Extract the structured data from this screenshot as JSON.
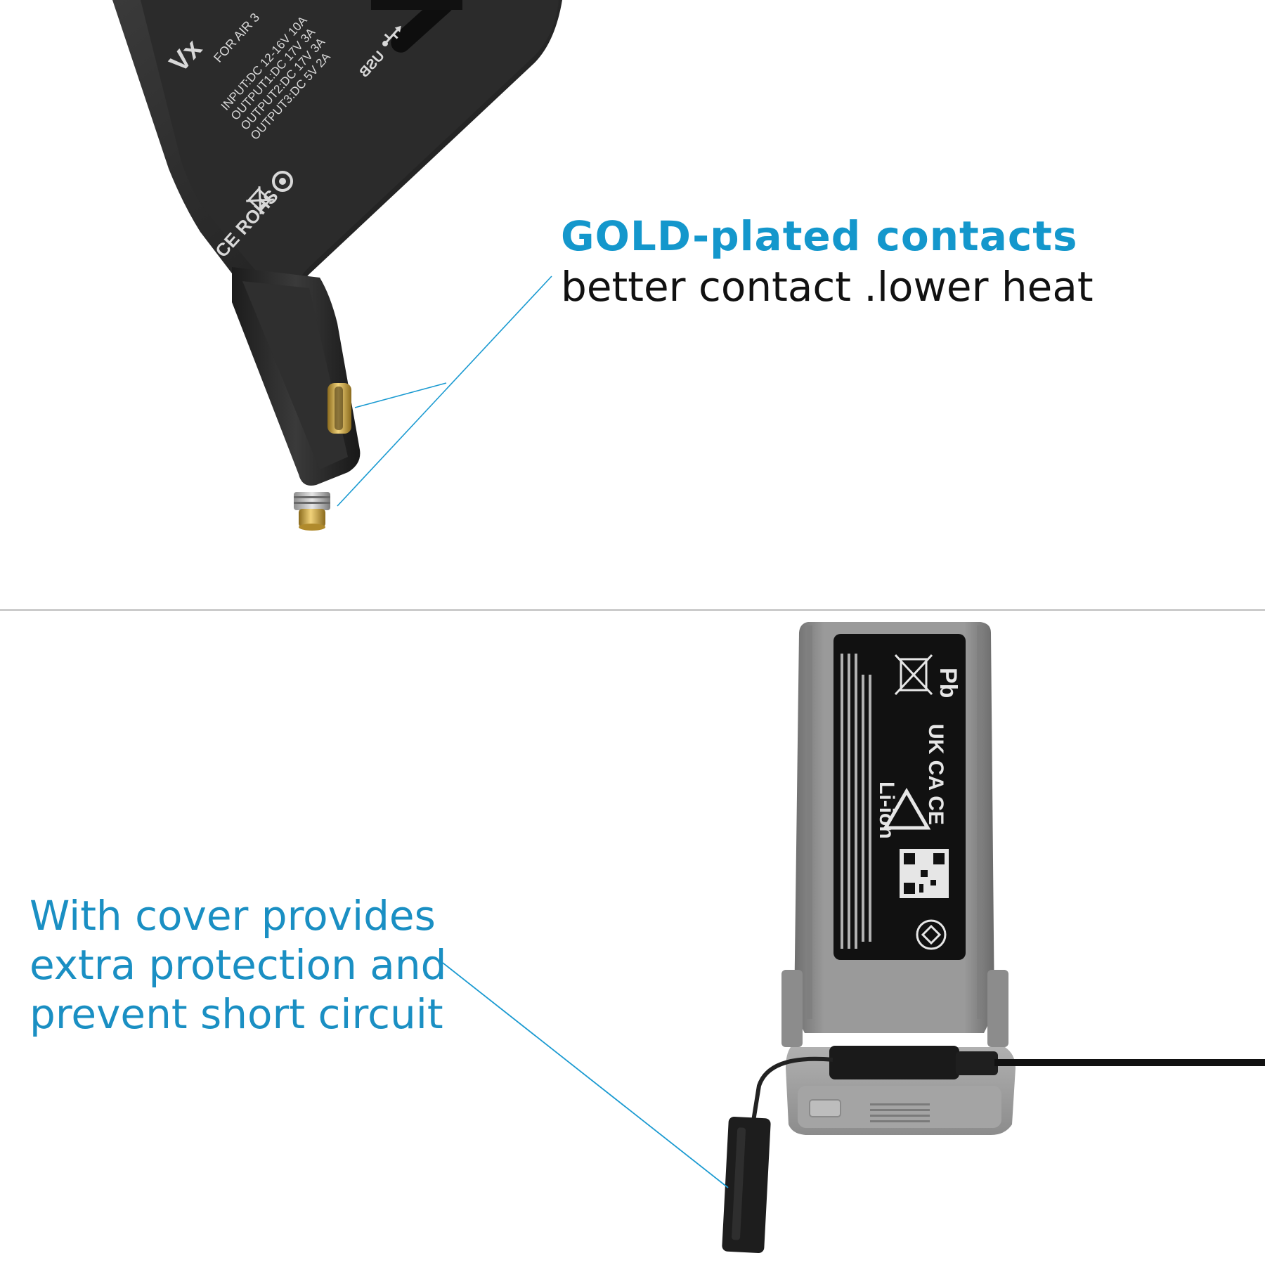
{
  "top_caption": {
    "title": "GOLD-plated contacts",
    "subtitle": "better contact .lower heat"
  },
  "bottom_caption": {
    "lines": [
      "With cover provides",
      "extra protection and",
      "prevent short circuit"
    ]
  },
  "charger_label": {
    "model": "FOR AIR 3",
    "input": "INPUT:DC 12-16V 10A",
    "output1": "OUTPUT1:DC 17V 3A",
    "output2": "OUTPUT2:DC 17V 3A",
    "output3": "OUTPUT3:DC 5V 2A",
    "usb": "USB",
    "marks": "CE ROHS"
  },
  "battery_label": {
    "chemistry": "Li-ion",
    "marks": "UK CA CE",
    "pb": "Pb"
  },
  "colors": {
    "accent": "#1497cc",
    "leader_line": "#1a9ad1",
    "charger_body": "#2a2a2a",
    "gold": "#c9a243",
    "battery": "#8a8a8a"
  }
}
